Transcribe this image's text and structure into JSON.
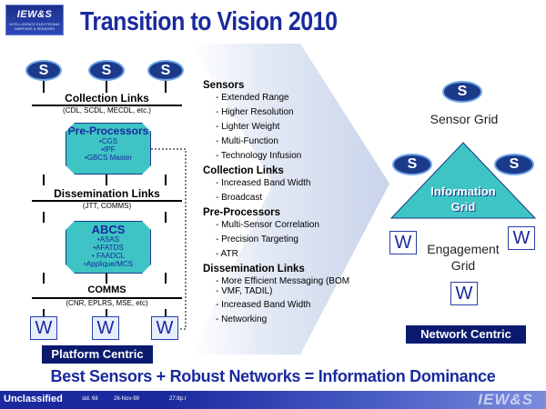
{
  "logo": {
    "text": "IEW&S",
    "subtext": "INTELLIGENCE ELECTRONIC WARFARE & SENSORS"
  },
  "title": "Transition to Vision 2010",
  "left": {
    "sensor_label": "S",
    "collection": {
      "title": "Collection Links",
      "sub": "(CDL, SCDL, MECDL, etc.)"
    },
    "preprocessors": {
      "title": "Pre-Processors",
      "items": [
        "•CGS",
        "•IPF",
        "•GBCS Master"
      ]
    },
    "dissemination": {
      "title": "Dissemination Links",
      "sub": "(JTT, COMMS)"
    },
    "abcs": {
      "title": "ABCS",
      "items": [
        "•ASAS",
        "•AFATDS",
        "• FAADCL",
        "•Applique/MCS"
      ]
    },
    "comms": {
      "title": "COMMS",
      "sub": "(CNR, EPLRS, MSE, etc)"
    },
    "weapon_label": "W",
    "banner": "Platform Centric"
  },
  "middle": {
    "sections": [
      {
        "heading": "Sensors",
        "items": [
          "- Extended Range",
          "- Higher Resolution",
          "- Lighter Weight",
          "- Multi-Function",
          "- Technology Infusion"
        ]
      },
      {
        "heading": "Collection Links",
        "items": [
          "- Increased Band Width",
          "- Broadcast"
        ]
      },
      {
        "heading": "Pre-Processors",
        "items": [
          "- Multi-Sensor Correlation",
          "- Precision Targeting",
          "- ATR"
        ]
      },
      {
        "heading": "Dissemination Links",
        "items": [
          "- More Efficient Messaging (BOM - VMF, TADIL)",
          "- Increased Band Width",
          "- Networking"
        ]
      }
    ]
  },
  "right": {
    "sensor_label": "S",
    "sensor_grid": "Sensor Grid",
    "info_grid_line1": "Information",
    "info_grid_line2": "Grid",
    "engagement_grid": "Engagement Grid",
    "weapon_label": "W",
    "banner": "Network Centric"
  },
  "bottom_text": "Best Sensors + Robust Networks = Information Dominance",
  "footer": {
    "classification": "Unclassified",
    "slide": "sld. 68",
    "date": "26-Nov-99",
    "time": "27:8p.r",
    "brand": "IEW&S"
  },
  "colors": {
    "navy": "#1a2a9e",
    "teal": "#3ec4c4",
    "banner": "#0a1a6e",
    "arrow": "#dfe6f3"
  }
}
